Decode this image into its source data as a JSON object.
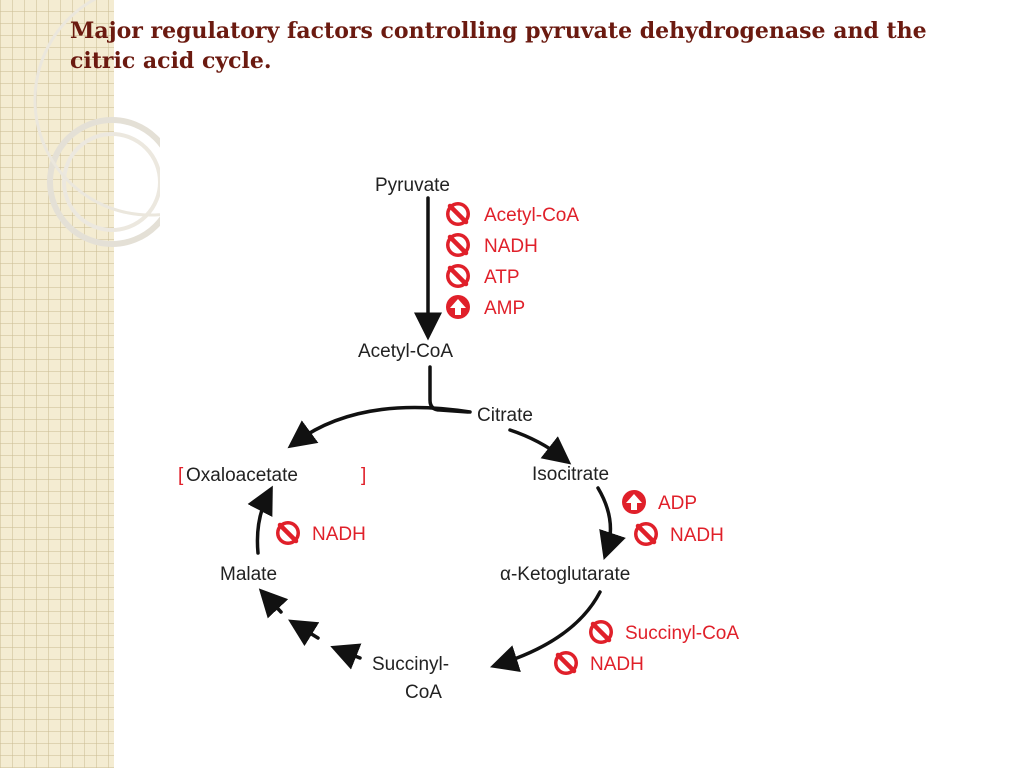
{
  "title": "Major regulatory factors controlling pyruvate dehydrogenase and the citric acid cycle.",
  "colors": {
    "title": "#6b1a10",
    "regulator": "#e0202a",
    "label": "#222222",
    "background_band": "#f4ecd2"
  },
  "icons": {
    "inhibit": "inhibit-icon (red circle with diagonal bar)",
    "activate": "activate-icon (red circle with up arrow)"
  },
  "metabolites": {
    "pyruvate": "Pyruvate",
    "acetyl_coa": "Acetyl-CoA",
    "citrate": "Citrate",
    "isocitrate": "Isocitrate",
    "alpha_ketoglutarate": "α-Ketoglutarate",
    "succinyl_coa_line1": "Succinyl-",
    "succinyl_coa_line2": "CoA",
    "malate": "Malate",
    "oxaloacetate": "Oxaloacetate",
    "oxaloacetate_bracket_open": "[",
    "oxaloacetate_bracket_close": "]"
  },
  "regulators": {
    "pdh": [
      {
        "label": "Acetyl-CoA",
        "effect": "inhibit"
      },
      {
        "label": "NADH",
        "effect": "inhibit"
      },
      {
        "label": "ATP",
        "effect": "inhibit"
      },
      {
        "label": "AMP",
        "effect": "activate"
      }
    ],
    "isocitrate_dh": [
      {
        "label": "ADP",
        "effect": "activate"
      },
      {
        "label": "NADH",
        "effect": "inhibit"
      }
    ],
    "akg_dh": [
      {
        "label": "Succinyl-CoA",
        "effect": "inhibit"
      },
      {
        "label": "NADH",
        "effect": "inhibit"
      }
    ],
    "malate_dh": [
      {
        "label": "NADH",
        "effect": "inhibit"
      }
    ]
  }
}
